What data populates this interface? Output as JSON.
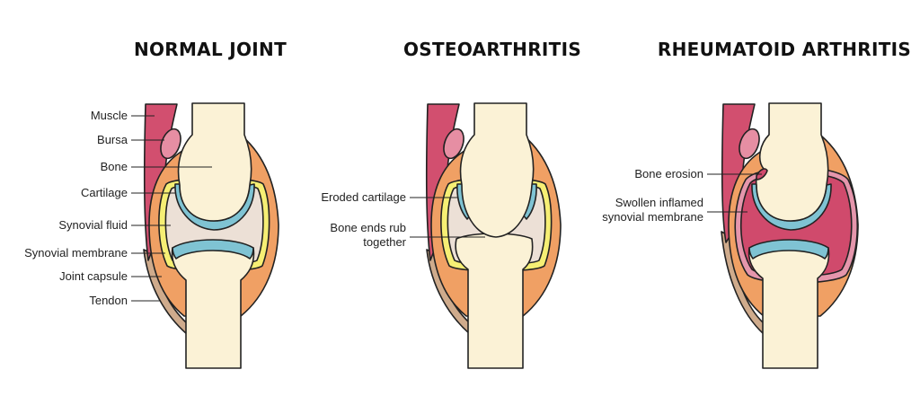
{
  "titles": {
    "normal": "NORMAL JOINT",
    "oa": "OSTEOARTHRITIS",
    "ra": "RHEUMATOID ARTHRITIS"
  },
  "labels": {
    "muscle": "Muscle",
    "bursa": "Bursa",
    "bone": "Bone",
    "cartilage": "Cartilage",
    "synovial_fluid": "Synovial fluid",
    "synovial_membrane": "Synovial membrane",
    "joint_capsule": "Joint capsule",
    "tendon": "Tendon",
    "eroded_cartilage": "Eroded cartilage",
    "bone_ends_rub_1": "Bone ends rub",
    "bone_ends_rub_2": "together",
    "bone_erosion": "Bone erosion",
    "swollen_1": "Swollen inflamed",
    "swollen_2": "synovial membrane"
  },
  "colors": {
    "muscle": "#d24f6f",
    "bursa": "#e68ea3",
    "bone": "#fbf2d6",
    "cartilage": "#7fc3d3",
    "synovial_fluid": "#ece0d6",
    "synovial_membrane": "#f6ef74",
    "joint_capsule": "#f0a064",
    "tendon": "#cfab8c",
    "inflamed": "#d04a6c",
    "inflamed_rim": "#e596ac"
  }
}
